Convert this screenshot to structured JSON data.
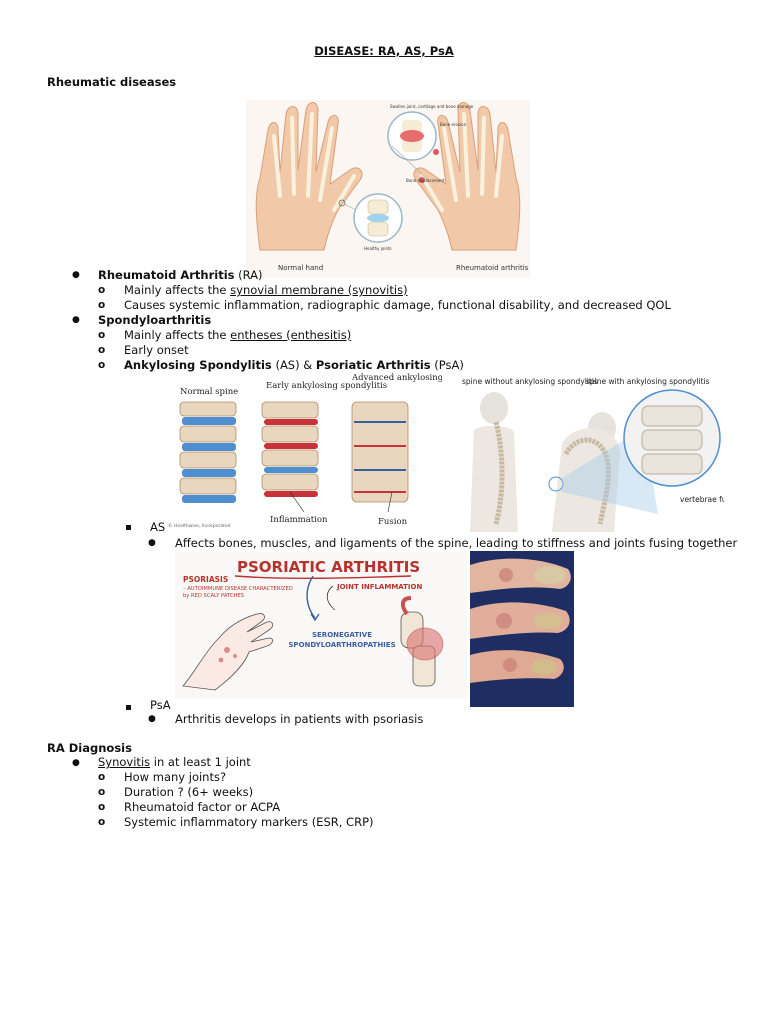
{
  "doc": {
    "title": "DISEASE: RA, AS, PsA",
    "section1": "Rheumatic diseases",
    "ra": {
      "label_bold": "Rheumatoid Arthritis",
      "label_rest": " (RA)",
      "items": [
        {
          "pre": "Mainly affects the ",
          "u": "synovial membrane (synovitis)",
          "post": ""
        },
        {
          "pre": "Causes systemic inflammation, radiographic damage, functional disability, and decreased QOL",
          "u": "",
          "post": ""
        }
      ]
    },
    "spa": {
      "label": "Spondyloarthritis",
      "items": [
        {
          "pre": "Mainly affects the ",
          "u": "entheses (enthesitis)"
        },
        {
          "pre": "Early onset",
          "u": ""
        }
      ],
      "sub_bold1": "Ankylosing Spondylitis",
      "sub_mid": " (AS) & ",
      "sub_bold2": "Psoriatic Arthritis",
      "sub_end": " (PsA)"
    },
    "as_label": "AS",
    "as_detail": "Affects bones, muscles, and ligaments of the spine, leading to stiffness and joints fusing together",
    "psa_label": "PsA",
    "psa_detail": "Arthritis develops in patients with psoriasis",
    "diag": {
      "heading": "RA Diagnosis",
      "first_u": "Synovitis",
      "first_rest": " in at least 1 joint",
      "items": [
        "How many joints?",
        "Duration ? (6+ weeks)",
        "Rheumatoid factor or ACPA",
        "Systemic inflammatory markers (ESR, CRP)"
      ]
    }
  },
  "figures": {
    "hands": {
      "normal": "Normal hand",
      "ra": "Rheumatoid arthritis",
      "healthy": "Healthy joints",
      "erosion": "Swollen joint, cartilage and bone damage",
      "bone_erosion": "Bone erosion",
      "displacement": "Bone displacement"
    },
    "spine": {
      "normal": "Normal spine",
      "early": "Early ankylosing spondylitis",
      "advanced": "Advanced ankylosing spondylitis",
      "inflammation": "Inflammation",
      "fusion": "Fusion",
      "copyright": "© Healthwise, Incorporated",
      "without": "spine without ankylosing spondylitis",
      "with": "spine with ankylosing spondylitis",
      "fused": "vertebrae fused together"
    },
    "psa": {
      "title": "PSORIATIC ARTHRITIS",
      "psoriasis": "PSORIASIS",
      "desc": "– AUTOIMMUNE DISEASE CHARACTERIZED by RED SCALY PATCHES",
      "joint": "JOINT INFLAMMATION",
      "sero": "SERONEGATIVE SPONDYLOARTHROPATHIES"
    }
  },
  "colors": {
    "skin": "#f2c9a8",
    "bone": "#f5ecd6",
    "disc_blue": "#4f8fcf",
    "inflam_red": "#c8323a",
    "psa_red": "#b8322c",
    "psa_blue": "#3a5f9f"
  }
}
